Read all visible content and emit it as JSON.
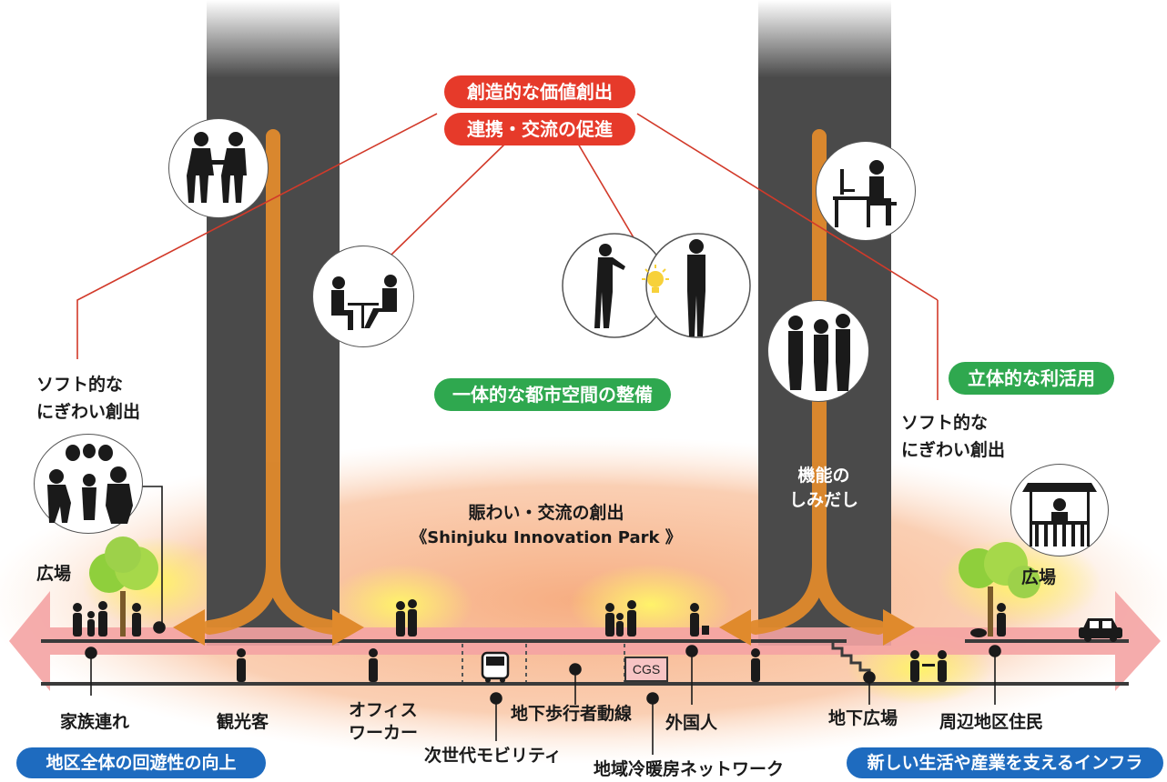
{
  "top_goals": {
    "creative_value": "創造的な価値創出",
    "collaboration": "連携・交流の促進"
  },
  "center_goal": "一体的な都市空間の整備",
  "right_goal": "立体的な利活用",
  "left_soft": {
    "line1": "ソフト的な",
    "line2": "にぎわい創出"
  },
  "right_soft": {
    "line1": "ソフト的な",
    "line2": "にぎわい創出"
  },
  "tower_label": {
    "line1": "機能の",
    "line2": "しみだし"
  },
  "park": {
    "line1": "賑わい・交流の創出",
    "line2": "《Shinjuku Innovation Park 》"
  },
  "plaza_left": "広場",
  "plaza_right": "広場",
  "cgs": "CGS",
  "bottom_labels": {
    "families": "家族連れ",
    "tourists": "観光客",
    "office_workers_1": "オフィス",
    "office_workers_2": "ワーカー",
    "mobility": "次世代モビリティ",
    "pedestrian_route": "地下歩行者動線",
    "foreigners": "外国人",
    "district_heating": "地域冷暖房ネットワーク",
    "underground_plaza": "地下広場",
    "residents": "周辺地区住民"
  },
  "banners": {
    "left": "地区全体の回遊性の向上",
    "right": "新しい生活や産業を支えるインフラ"
  },
  "icons": [
    "handshake-icon",
    "dining-icon",
    "idea-presentation-icon",
    "desk-worker-icon",
    "group-talk-icon",
    "festival-icon",
    "food-stall-icon"
  ],
  "colors": {
    "red_pill": "#e63a2a",
    "green_pill": "#2fa84f",
    "blue_pill": "#1e6bbf",
    "tower": "#4a4a4a",
    "flow_arrow": "#e08a2c",
    "pink_band": "#f4a3a3"
  }
}
